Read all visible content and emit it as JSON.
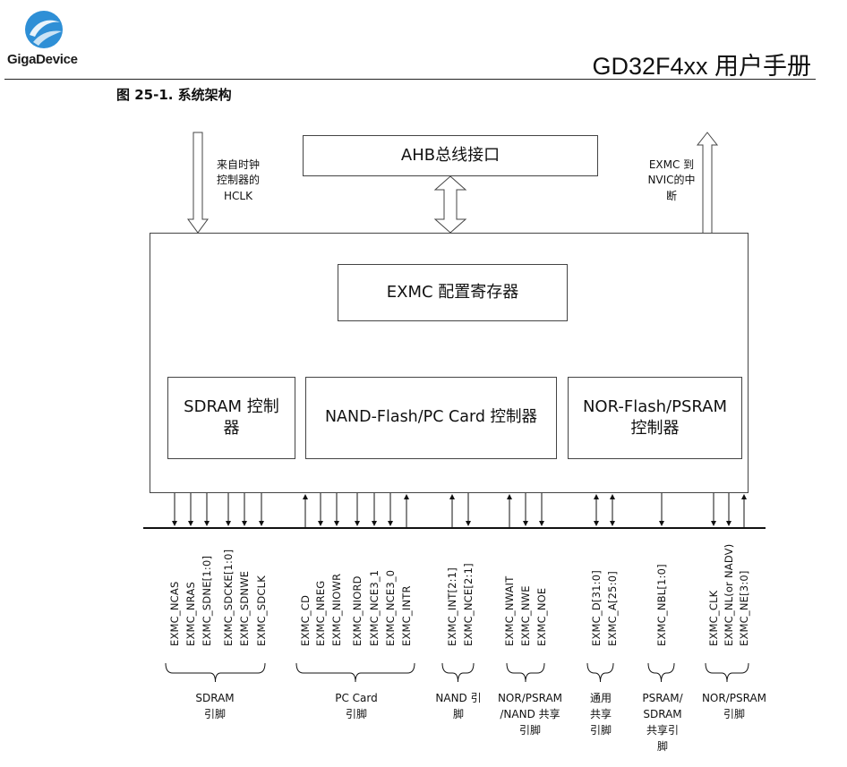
{
  "header": {
    "logo_text": "GigaDevice",
    "doc_title": "GD32F4xx 用户手册"
  },
  "figure": {
    "caption": "图 25-1.  系统架构"
  },
  "diagram": {
    "ahb_interface": "AHB总线接口",
    "hclk_note": [
      "来自时钟",
      "控制器的",
      "HCLK"
    ],
    "nvic_note": [
      "EXMC 到",
      "NVIC的中",
      "断"
    ],
    "config_register": "EXMC 配置寄存器",
    "sdram_controller": [
      "SDRAM 控制",
      "器"
    ],
    "nand_pc_controller": "NAND-Flash/PC Card 控制器",
    "nor_psram_controller": [
      "NOR-Flash/PSRAM",
      "控制器"
    ]
  },
  "pin_groups": [
    {
      "pins": [
        "EXMC_NCAS",
        "EXMC_NRAS",
        "EXMC_SDNE[1:0]",
        "EXMC_SDCKE[1:0]",
        "EXMC_SDNWE",
        "EXMC_SDCLK"
      ],
      "label": [
        "SDRAM",
        "引脚"
      ]
    },
    {
      "pins": [
        "EXMC_CD",
        "EXMC_NREG",
        "EXMC_NIOWR",
        "EXMC_NIORD",
        "EXMC_NCE3_1",
        "EXMC_NCE3_0",
        "EXMC_INTR"
      ],
      "label": [
        "PC Card",
        "引脚"
      ]
    },
    {
      "pins": [
        "EXMC_INT[2:1]",
        "EXMC_NCE[2:1]"
      ],
      "label": [
        "NAND 引",
        "脚"
      ]
    },
    {
      "pins": [
        "EXMC_NWAIT",
        "EXMC_NWE",
        "EXMC_NOE"
      ],
      "label": [
        "NOR/PSRAM",
        "/NAND 共享",
        "引脚"
      ]
    },
    {
      "pins": [
        "EXMC_D[31:0]",
        "EXMC_A[25:0]"
      ],
      "label": [
        "通用",
        "共享",
        "引脚"
      ]
    },
    {
      "pins": [
        "EXMC_NBL[1:0]"
      ],
      "label": [
        "PSRAM/",
        "SDRAM",
        "共享引",
        "脚"
      ]
    },
    {
      "pins": [
        "EXMC_CLK",
        "EXMC_NL(or NADV)",
        "EXMC_NE[3:0]"
      ],
      "label": [
        "NOR/PSRAM",
        "引脚"
      ]
    }
  ]
}
